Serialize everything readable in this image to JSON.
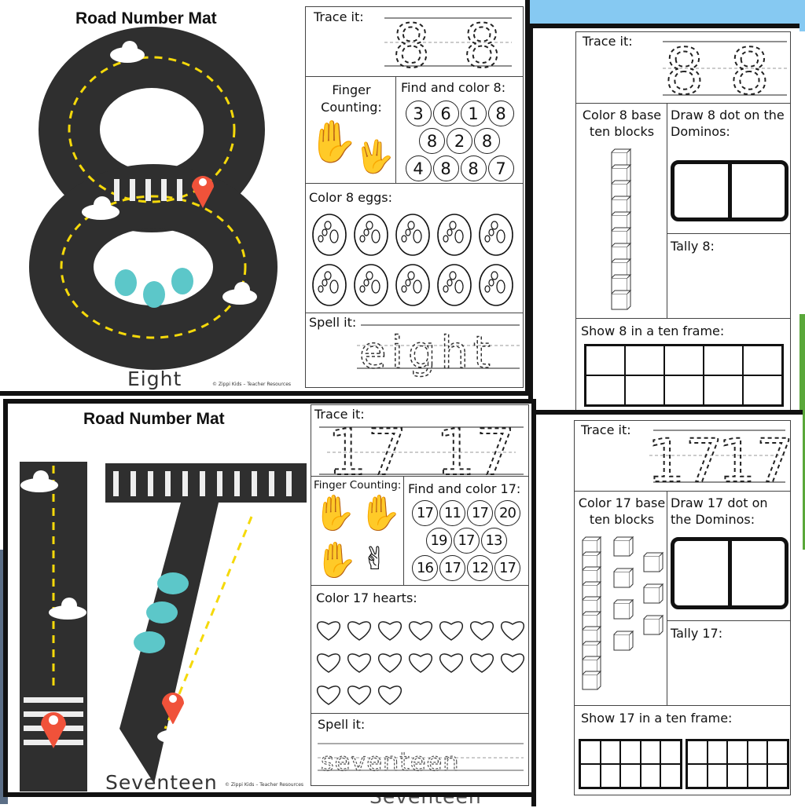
{
  "colors": {
    "sky": "#86c9f2",
    "grass": "#5aa83a",
    "road": "#2f2f2f",
    "roadLine": "#f5d90a",
    "tree": "#5cc7c9",
    "pin": "#f0523a"
  },
  "footer": "© Zippi Kids – Teacher Resources",
  "mat_eight": {
    "title": "Road Number Mat",
    "numeral": "8",
    "word": "Eight"
  },
  "mat_seventeen": {
    "title": "Road Number Mat",
    "numeral": "17",
    "word": "Seventeen"
  },
  "sheet_eight": {
    "trace_label": "Trace it:",
    "trace_digit": "8",
    "finger_label": "Finger Counting:",
    "find_label": "Find and color 8:",
    "find_rows": [
      [
        "3",
        "6",
        "1",
        "8"
      ],
      [
        "8",
        "2",
        "8"
      ],
      [
        "4",
        "8",
        "8",
        "7"
      ]
    ],
    "eggs_label": "Color 8 eggs:",
    "egg_count": 10,
    "spell_label": "Spell it:",
    "spell_word": "eight"
  },
  "sheet_seventeen": {
    "trace_label": "Trace it:",
    "trace_digit": "17",
    "finger_label": "Finger Counting:",
    "find_label": "Find and color 17:",
    "find_rows": [
      [
        "17",
        "11",
        "17",
        "20"
      ],
      [
        "19",
        "17",
        "13"
      ],
      [
        "16",
        "17",
        "12",
        "17"
      ]
    ],
    "hearts_label": "Color 17 hearts:",
    "heart_count": 17,
    "spell_label": "Spell it:",
    "spell_word": "seventeen"
  },
  "back_eight": {
    "trace_label": "Trace it:",
    "trace_digit": "8",
    "blocks_label": "Color 8 base ten blocks",
    "domino_label": "Draw 8 dot on the Dominos:",
    "tally_label": "Tally 8:",
    "frame_label": "Show 8 in a ten frame:"
  },
  "back_seventeen": {
    "trace_label": "Trace it:",
    "trace_digit": "17",
    "blocks_label": "Color 17 base ten blocks",
    "domino_label": "Draw 17 dot on the Dominos:",
    "tally_label": "Tally 17:",
    "frame_label": "Show 17 in a ten frame:",
    "back_word": "Seventeen"
  }
}
